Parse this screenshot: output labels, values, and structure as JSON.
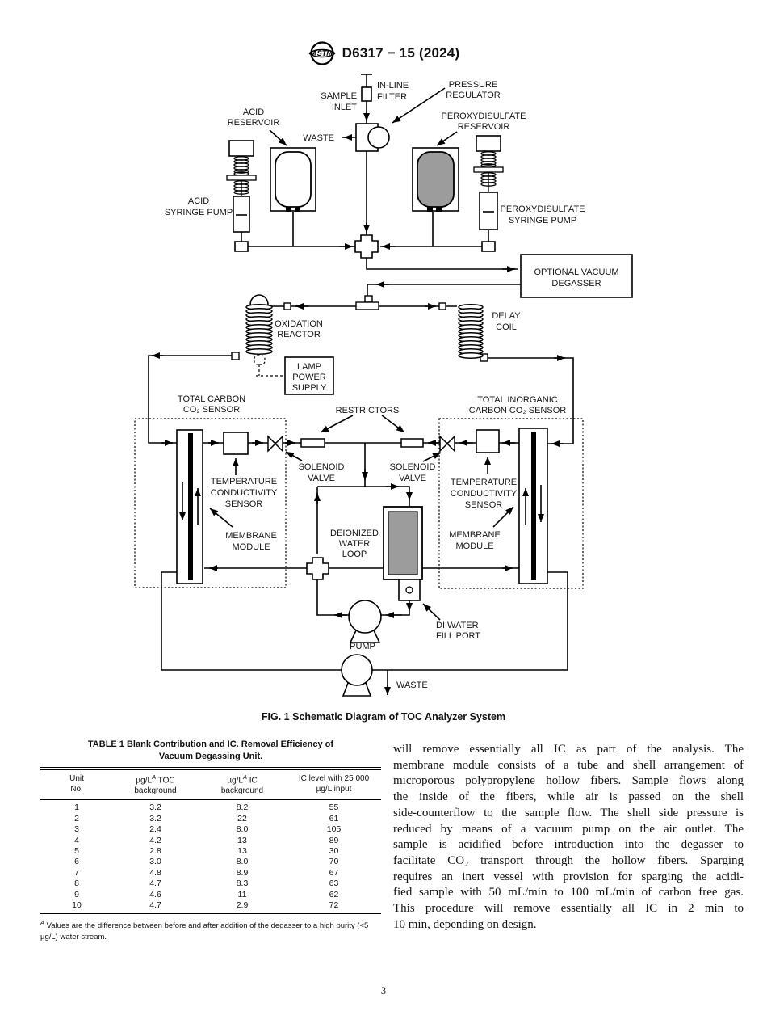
{
  "header": {
    "logo_text": "ASTM",
    "title": "D6317 − 15 (2024)"
  },
  "colors": {
    "paper": "#ffffff",
    "ink": "#000000",
    "diagram_gray": "#9c9c9c"
  },
  "diagram": {
    "labels": {
      "sample_inlet": [
        "SAMPLE",
        "INLET"
      ],
      "inline_filter": [
        "IN-LINE",
        "FILTER"
      ],
      "pressure_regulator": [
        "PRESSURE",
        "REGULATOR"
      ],
      "waste_top": [
        "WASTE"
      ],
      "acid_reservoir": [
        "ACID",
        "RESERVOIR"
      ],
      "peroxydisulfate_reservoir": [
        "PEROXYDISULFATE",
        "RESERVOIR"
      ],
      "acid_syringe_pump": [
        "ACID",
        "SYRINGE PUMP"
      ],
      "peroxydisulfate_syringe_pump": [
        "PEROXYDISULFATE",
        "SYRINGE PUMP"
      ],
      "optional_vacuum_degasser": [
        "OPTIONAL VACUUM",
        "DEGASSER"
      ],
      "oxidation_reactor": [
        "OXIDATION",
        "REACTOR"
      ],
      "delay_coil": [
        "DELAY",
        "COIL"
      ],
      "lamp_power_supply": [
        "LAMP",
        "POWER",
        "SUPPLY"
      ],
      "total_carbon_sensor": [
        "TOTAL CARBON",
        "CO₂ SENSOR"
      ],
      "total_inorganic_sensor": [
        "TOTAL INORGANIC",
        "CARBON CO₂ SENSOR"
      ],
      "restrictors": [
        "RESTRICTORS"
      ],
      "solenoid_valve_left": [
        "SOLENOID",
        "VALVE"
      ],
      "solenoid_valve_right": [
        "SOLENOID",
        "VALVE"
      ],
      "temp_cond_left": [
        "TEMPERATURE",
        "CONDUCTIVITY",
        "SENSOR"
      ],
      "temp_cond_right": [
        "TEMPERATURE",
        "CONDUCTIVITY",
        "SENSOR"
      ],
      "membrane_left": [
        "MEMBRANE",
        "MODULE"
      ],
      "membrane_right": [
        "MEMBRANE",
        "MODULE"
      ],
      "deionized_water_loop": [
        "DEIONIZED",
        "WATER",
        "LOOP"
      ],
      "di_water_fill_port": [
        "DI WATER",
        "FILL PORT"
      ],
      "pump": [
        "PUMP"
      ],
      "waste_bottom": [
        "WASTE"
      ]
    }
  },
  "figure": {
    "caption": "FIG. 1 Schematic Diagram of TOC Analyzer System"
  },
  "table": {
    "title_line1": "TABLE 1 Blank Contribution and IC. Removal Efficiency of",
    "title_line2": "Vacuum Degassing Unit.",
    "headers": {
      "col1": [
        "Unit",
        "No."
      ],
      "col2": {
        "pre": "µg/L",
        "sup": "A",
        "post": " TOC",
        "line2": "background"
      },
      "col3": {
        "pre": "µg/L",
        "sup": "A",
        "post": " IC",
        "line2": "background"
      },
      "col4": [
        "IC level with 25 000",
        "µg/L input"
      ]
    },
    "rows": [
      [
        "1",
        "3.2",
        "8.2",
        "55"
      ],
      [
        "2",
        "3.2",
        "22",
        "61"
      ],
      [
        "3",
        "2.4",
        "8.0",
        "105"
      ],
      [
        "4",
        "4.2",
        "13",
        "89"
      ],
      [
        "5",
        "2.8",
        "13",
        "30"
      ],
      [
        "6",
        "3.0",
        "8.0",
        "70"
      ],
      [
        "7",
        "4.8",
        "8.9",
        "67"
      ],
      [
        "8",
        "4.7",
        "8.3",
        "63"
      ],
      [
        "9",
        "4.6",
        "11",
        "62"
      ],
      [
        "10",
        "4.7",
        "2.9",
        "72"
      ]
    ],
    "footnote": {
      "sup": "A",
      "text": " Values are the difference between before and after addition of the degasser to a high purity (<5 µg/L) water stream."
    }
  },
  "body": {
    "lines": [
      "will remove essentially all IC as part of the analysis. The",
      "membrane module consists of a tube and shell arrangement of",
      "microporous polypropylene hollow fibers. Sample flows along",
      "the inside of the fibers, while air is passed on the shell",
      "side-counterflow to the sample flow. The shell side pressure is",
      "reduced by means of a vacuum pump on the air outlet. The",
      "sample is acidified before introduction into the degasser to",
      "facilitate CO₂ transport through the hollow fibers. Sparging",
      "requires an inert vessel with provision for sparging the acidi-",
      "fied sample with 50 mL/min to 100 mL/min of carbon free gas.",
      "This procedure will remove essentially all IC in 2 min to",
      "10 min, depending on design."
    ]
  },
  "page_number": "3"
}
